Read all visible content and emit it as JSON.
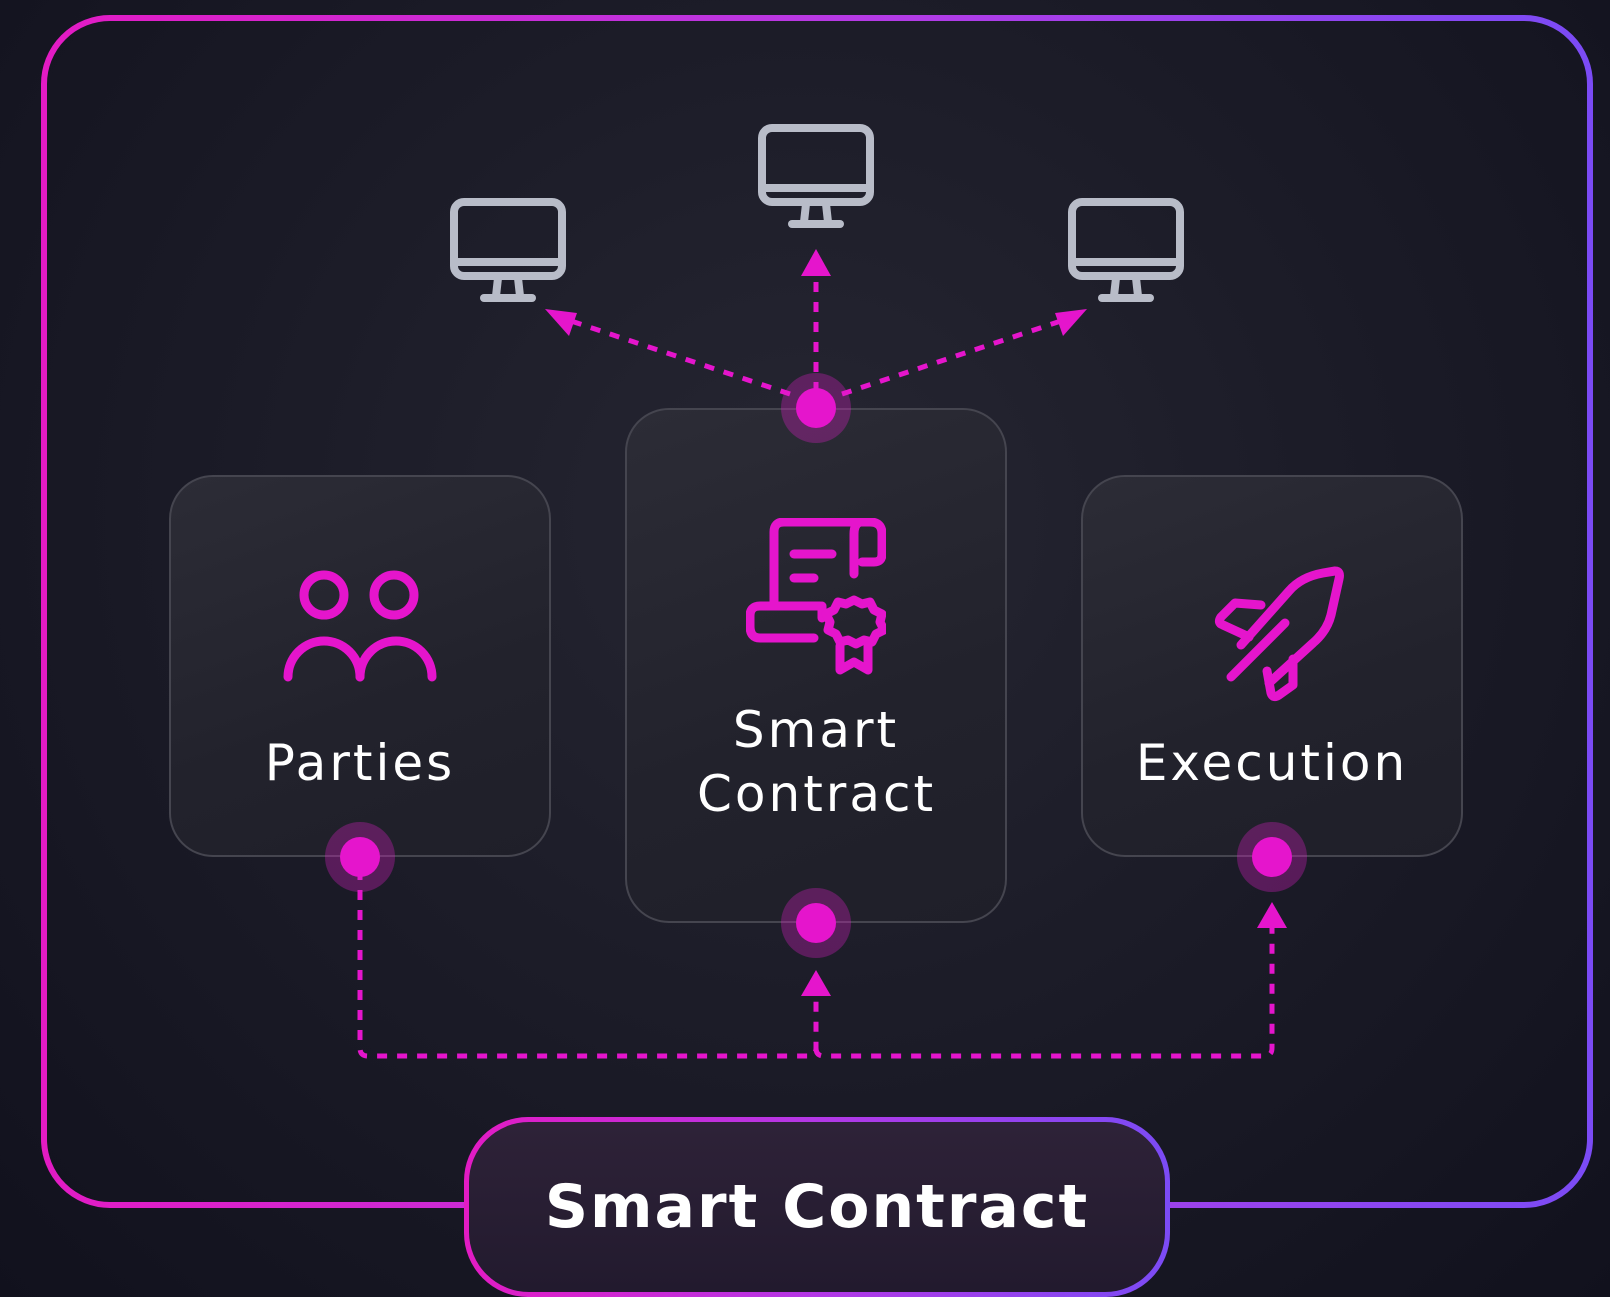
{
  "title": "Smart Contract",
  "cards": {
    "left": {
      "label": "Parties",
      "icon": "users-icon"
    },
    "center": {
      "label": "Smart Contract",
      "icon": "certificate-scroll-icon"
    },
    "right": {
      "label": "Execution",
      "icon": "rocket-icon"
    }
  },
  "nodes": [
    "monitor-icon",
    "monitor-icon",
    "monitor-icon"
  ],
  "colors": {
    "accent": "#e515cc",
    "gradient_start": "#e31bc4",
    "gradient_end": "#7b4bf5",
    "monitor": "#b8bcc8",
    "card_border": "#45454f",
    "background": "#1c1c28"
  }
}
